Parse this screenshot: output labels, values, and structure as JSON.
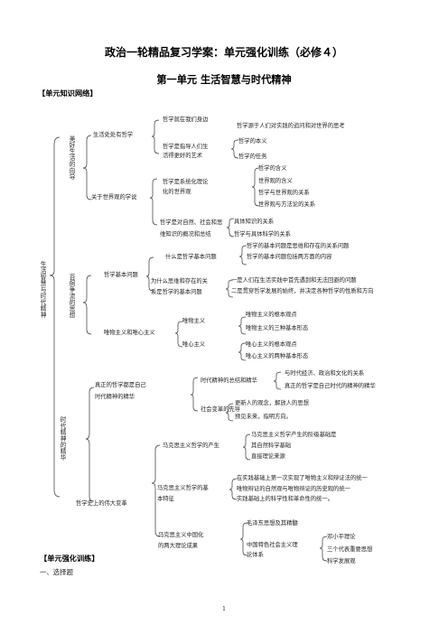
{
  "doc": {
    "title": "政治一轮精品复习学案：单元强化训练（必修４）",
    "subtitle": "第一单元  生活智慧与时代精神",
    "section_network": "【单元知识网络】",
    "section_training": "【单元强化训练】",
    "question_type": "一、选择题",
    "page_number": "1"
  },
  "map": {
    "root": "生活智慧与时代精神",
    "b1": "美好生活的向导",
    "b1a": "生活处处有哲学",
    "b1a1": "哲学就在我们身边",
    "b1a1n": "哲学源于人们对实践的追问和对世界的思考",
    "b1a2l1": "哲学是指导人们生",
    "b1a2l2": "活得更好的艺术",
    "b1a2x": "哲学的本义",
    "b1a2y": "哲学的任务",
    "b1b": "关于世界观的学说",
    "b1b1l1": "哲学是系统化理论",
    "b1b1l2": "化的世界观",
    "b1b1a": "哲学的含义",
    "b1b1b": "世界观的含义",
    "b1b1c": "哲学与世界观的关系",
    "b1b1d": "世界观与方法论的关系",
    "b1b2l1": "哲学是对自然、社会和思",
    "b1b2l2": "维知识的概况和总结",
    "b1b2a": "具体知识的关系",
    "b1b2b": "哲学与具体科学的关系",
    "b2": "百舸争流的思想",
    "b2a": "哲学基本问题",
    "b2a1": "什么是哲学基本问题",
    "b2a1a": "哲学的基本问题是思维和存在的关系问题",
    "b2a1b": "哲学的基本问题包括两方面的内容",
    "b2a2l1": "为什么思维和存在的关",
    "b2a2l2": "系是哲学的基本问题",
    "b2a2a": "一是人们在生活实践中首先遇到和无法回避的问题",
    "b2a2b": "二是贯穿哲学发展的始终，并决定各种哲学的性质和方向",
    "b2b": "唯物主义和唯心主义",
    "b2b1": "唯物主义",
    "b2b1a": "唯物主义的根本观点",
    "b2b1b": "唯物主义的三种基本形态",
    "b2b2": "唯心主义",
    "b2b2a": "唯心主义的根本观点",
    "b2b2b": "唯心主义的两种基本形态",
    "b3": "时代精神的精华",
    "b3a1": "真正的哲学都是自己",
    "b3a2": "时代精神的精华",
    "b3a_x": "时代精神的总结和精华",
    "b3a_xa": "与时代经济、政治和文化的关系",
    "b3a_xb": "真正的哲学是自己时代的精神的精华",
    "b3a_y": "社会变革的先导",
    "b3a_ya": "更新人的观念，解放人的思想",
    "b3a_yb": "预见未来，指明方向。",
    "b3b": "哲学史上的伟大变革",
    "b3b1": "马克思主义哲学的产生",
    "b3b1a": "马克思主义哲学产生的阶级基础是",
    "b3b1b": "其自然科学基础",
    "b3b1c": "直接理论来源",
    "b3b2l1": "马克思主义哲学的基",
    "b3b2l2": "本特征",
    "b3b2a": "在实践基础上第一次实现了唯物主义和辩证法的统一",
    "b3b2b": "唯物辩证的自然观与唯物辩证的历史观的统一",
    "b3b2c": "实践基础上的科学性和革命性的统一。",
    "b3b3l1": "马克思主义中国化",
    "b3b3l2": "的两大理论成果",
    "b3b3a": "毛泽东思想及其精髓",
    "b3b3bl1": "中国特色社会主义理",
    "b3b3bl2": "论体系",
    "b3b3b1": "邓小平理论",
    "b3b3b2": "三个代表重要思想",
    "b3b3b3": "科学发展观"
  }
}
